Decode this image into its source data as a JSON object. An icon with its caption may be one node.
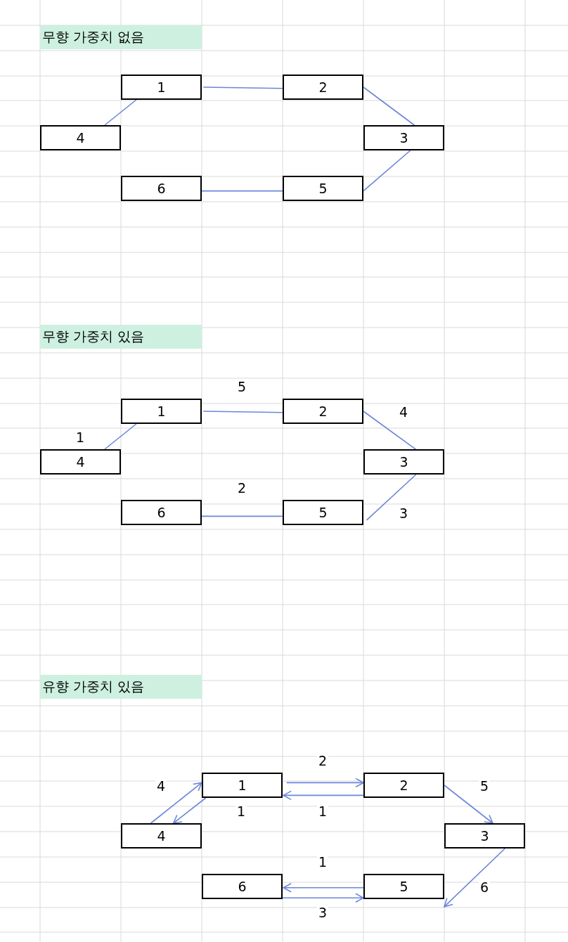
{
  "diagram": {
    "nodes": [
      {
        "text": [
          "무향 가중치 없음"
        ]
      },
      {
        "text": [
          "1"
        ]
      },
      {
        "text": [
          "2"
        ]
      },
      {
        "text": [
          "4"
        ]
      },
      {
        "text": [
          "3"
        ]
      },
      {
        "text": [
          "6"
        ]
      },
      {
        "text": [
          "5"
        ]
      },
      {
        "text": [
          "무향 가중치 있음"
        ]
      },
      {
        "text": [
          "1"
        ]
      },
      {
        "text": [
          "2"
        ]
      },
      {
        "text": [
          "4"
        ]
      },
      {
        "text": [
          "3"
        ]
      },
      {
        "text": [
          "6"
        ]
      },
      {
        "text": [
          "5"
        ]
      },
      {
        "text": [
          "유향 가중치 있음"
        ]
      },
      {
        "text": [
          "1"
        ]
      },
      {
        "text": [
          "2"
        ]
      },
      {
        "text": [
          "4"
        ]
      },
      {
        "text": [
          "3"
        ]
      },
      {
        "text": [
          "6"
        ]
      },
      {
        "text": [
          "5"
        ]
      }
    ],
    "edges": [
      {
        "from": 1,
        "to": 2,
        "arrow": "none"
      },
      {
        "from": 3,
        "to": 1,
        "arrow": "none"
      },
      {
        "from": 2,
        "to": 4,
        "arrow": "none"
      },
      {
        "from": 4,
        "to": 6,
        "arrow": "none"
      },
      {
        "from": 5,
        "to": 6,
        "arrow": "none"
      },
      {
        "from": 8,
        "to": 9,
        "arrow": "none",
        "label": "5"
      },
      {
        "from": 10,
        "to": 8,
        "arrow": "none",
        "label": "1"
      },
      {
        "from": 9,
        "to": 11,
        "arrow": "none",
        "label": "4"
      },
      {
        "from": 11,
        "to": 13,
        "arrow": "none",
        "label": "3"
      },
      {
        "from": 12,
        "to": 13,
        "arrow": "none",
        "label": "2"
      },
      {
        "from": 15,
        "to": 16,
        "arrow": "to",
        "label": "2"
      },
      {
        "from": 16,
        "to": 15,
        "arrow": "to",
        "label": "1"
      },
      {
        "from": 16,
        "to": 18,
        "arrow": "to",
        "label": "5"
      },
      {
        "from": 18,
        "to": 20,
        "arrow": "to",
        "label": "6"
      },
      {
        "from": 20,
        "to": 19,
        "arrow": "to",
        "label": "1"
      },
      {
        "from": 19,
        "to": 20,
        "arrow": "to",
        "label": "3"
      },
      {
        "from": 17,
        "to": 15,
        "arrow": "to",
        "label": "4"
      },
      {
        "from": 15,
        "to": 17,
        "arrow": "to",
        "label": "1"
      }
    ]
  }
}
